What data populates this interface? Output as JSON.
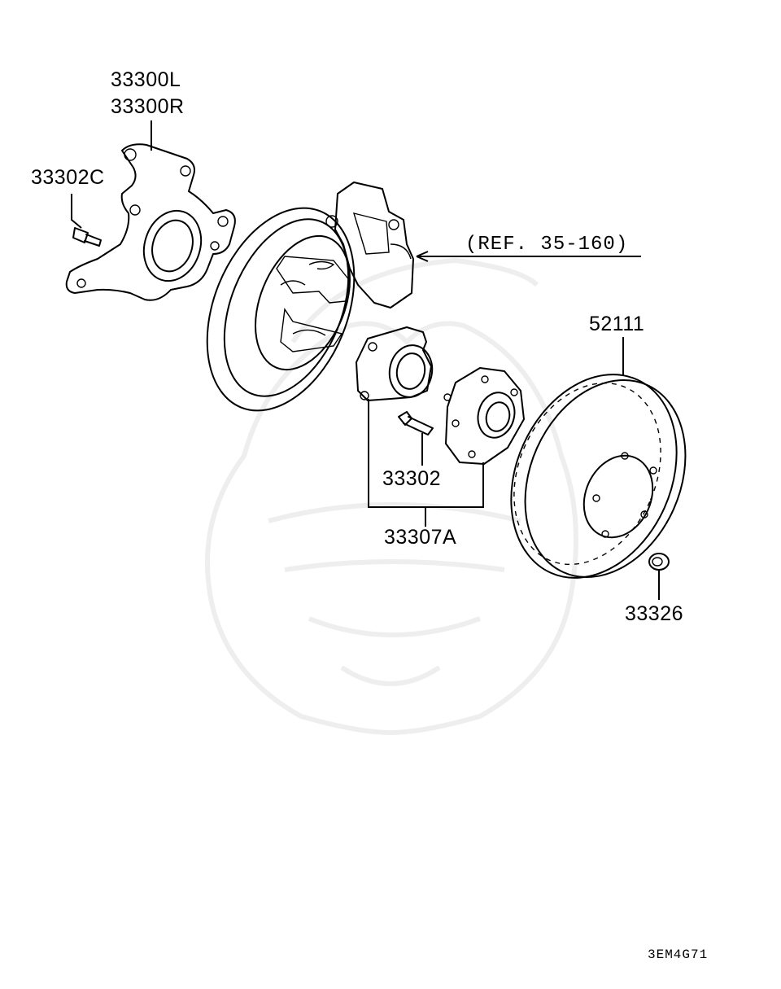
{
  "labels": {
    "knuckle_left": "33300L",
    "knuckle_right": "33300R",
    "bolt_small": "33302C",
    "ref": "(REF. 35-160)",
    "rotor": "52111",
    "hub_bolt": "33302",
    "hub_assembly": "33307A",
    "cap": "33326",
    "diagram_code": "3EM4G71"
  }
}
